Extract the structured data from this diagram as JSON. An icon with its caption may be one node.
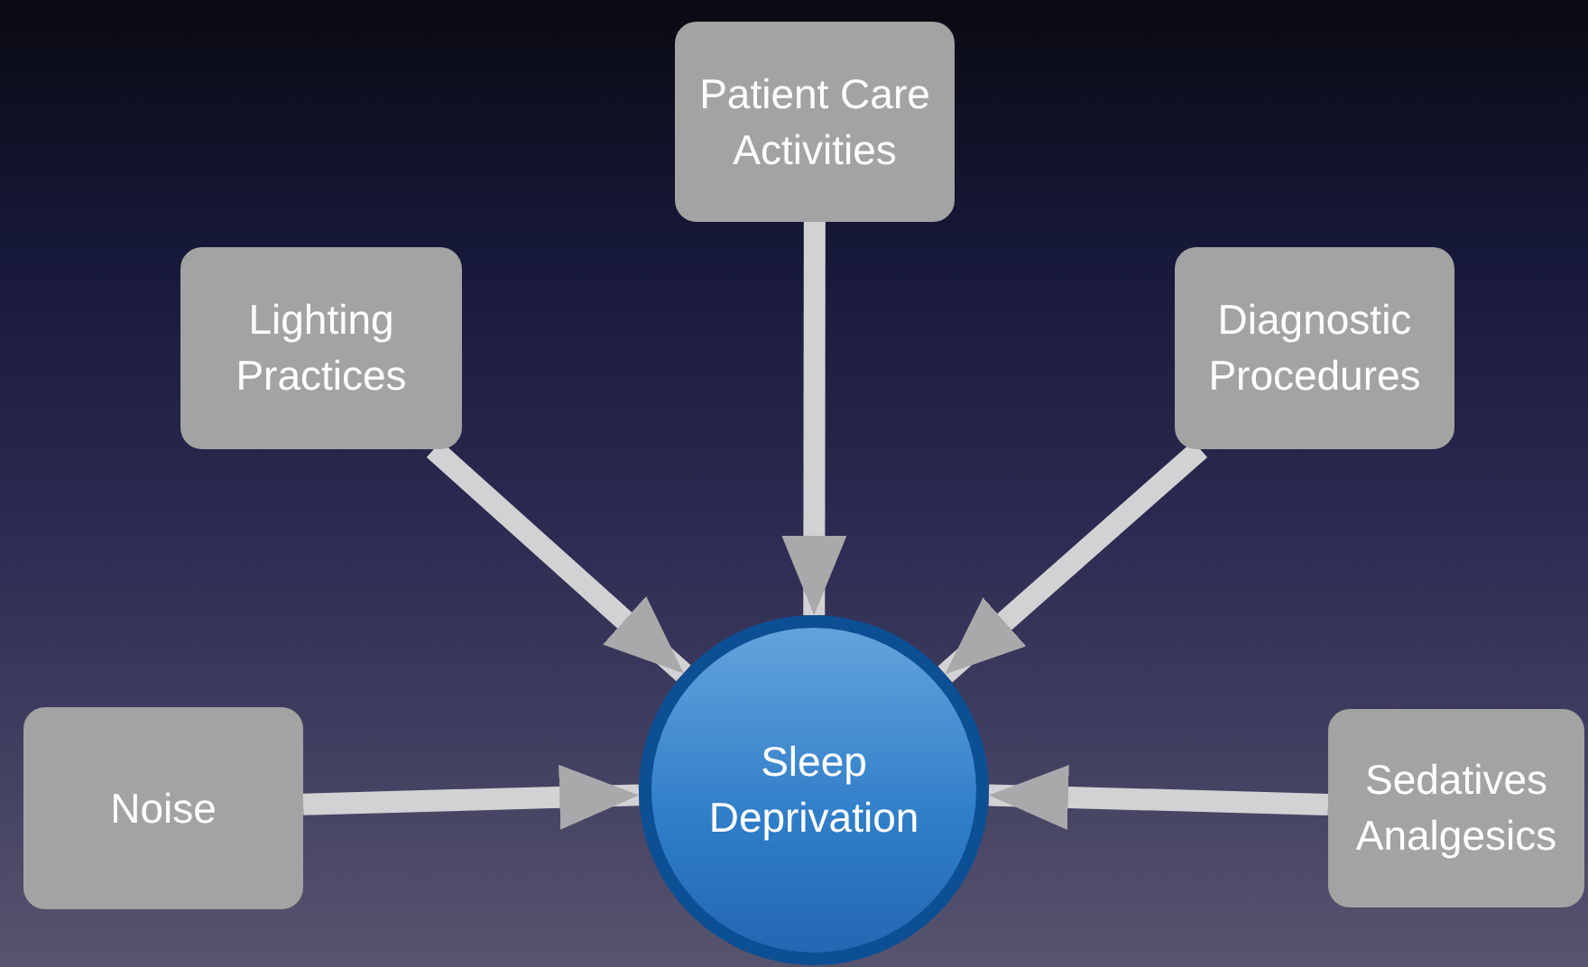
{
  "diagram": {
    "nodes": [
      {
        "text": [
          "Patient Care Activities"
        ]
      },
      {
        "text": [
          "Lighting Practices"
        ]
      },
      {
        "text": [
          "Diagnostic Procedures"
        ]
      },
      {
        "text": [
          "Noise"
        ]
      },
      {
        "text": [
          "Sedatives Analgesics"
        ]
      },
      {
        "text": [
          "Sleep Deprivation"
        ]
      }
    ],
    "edges": [
      {
        "from": 0,
        "to": 5,
        "arrow": "to"
      },
      {
        "from": 1,
        "to": 5,
        "arrow": "to"
      },
      {
        "from": 2,
        "to": 5,
        "arrow": "to"
      },
      {
        "from": 3,
        "to": 5,
        "arrow": "to"
      },
      {
        "from": 4,
        "to": 5,
        "arrow": "to"
      }
    ]
  }
}
